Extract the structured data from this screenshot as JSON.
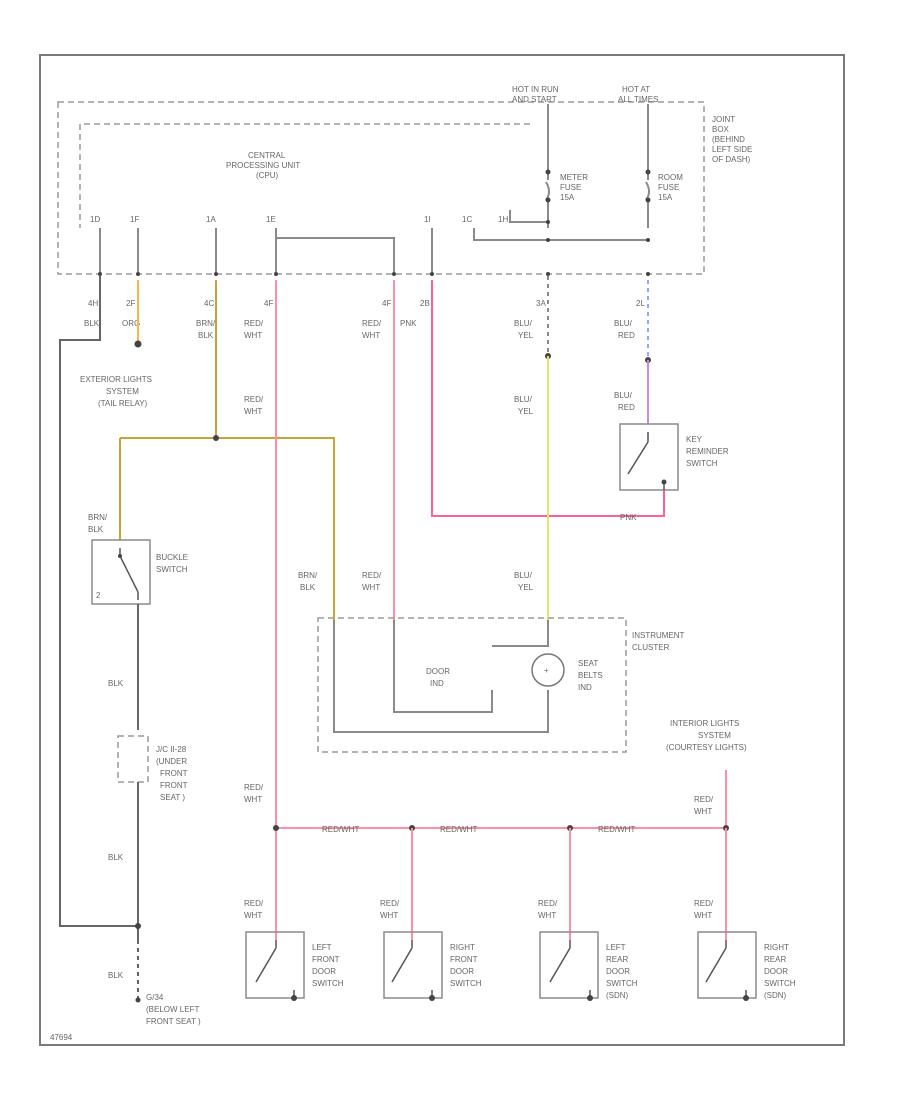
{
  "labels": {
    "hot_run": [
      "HOT IN RUN",
      "AND START"
    ],
    "hot_all": [
      "HOT AT",
      "ALL TIMES"
    ],
    "joint_box": [
      "JOINT",
      "BOX",
      "(BEHIND",
      "LEFT SIDE",
      "OF DASH)"
    ],
    "cpu": [
      "CENTRAL",
      "PROCESSING UNIT",
      "(CPU)"
    ],
    "meter_fuse": [
      "METER",
      "FUSE",
      "15A"
    ],
    "room_fuse": [
      "ROOM",
      "FUSE",
      "15A"
    ],
    "cpu_pins": [
      "1D",
      "1F",
      "1A",
      "1E",
      "1I",
      "1C",
      "1H"
    ],
    "ext_lights": [
      "EXTERIOR LIGHTS",
      "SYSTEM",
      "(TAIL RELAY)"
    ],
    "key_switch": [
      "KEY",
      "REMINDER",
      "SWITCH"
    ],
    "buckle_switch": [
      "BUCKLE",
      "SWITCH"
    ],
    "cluster": [
      "INSTRUMENT",
      "CLUSTER"
    ],
    "door_ind": [
      "DOOR",
      "IND"
    ],
    "seat_belts_ind": [
      "SEAT",
      "BELTS",
      "IND"
    ],
    "jc": [
      "J/C II-28",
      "(UNDER",
      "FRONT",
      "FRONT",
      "SEAT )"
    ],
    "int_lights": [
      "INTERIOR LIGHTS",
      "SYSTEM",
      "(COURTESY LIGHTS)"
    ],
    "ground": [
      "G/34",
      "(BELOW LEFT",
      "FRONT SEAT )"
    ],
    "lf_door": [
      "LEFT",
      "FRONT",
      "DOOR",
      "SWITCH"
    ],
    "rf_door": [
      "RIGHT",
      "FRONT",
      "DOOR",
      "SWITCH"
    ],
    "lr_door": [
      "LEFT",
      "REAR",
      "DOOR",
      "SWITCH",
      "(SDN)"
    ],
    "rr_door": [
      "RIGHT",
      "REAR",
      "DOOR",
      "SWITCH",
      "(SDN)"
    ],
    "conn_4h": "4H",
    "conn_2f": "2F",
    "conn_4c": "4C",
    "conn_4f_a": "4F",
    "conn_4f_b": "4F",
    "conn_2b": "2B",
    "conn_3a": "3A",
    "conn_2l": "2L",
    "code": "47694"
  },
  "wires": {
    "blk": "BLK",
    "org": "ORG",
    "brn_blk": [
      "BRN/",
      "BLK"
    ],
    "red_wht": [
      "RED/",
      "WHT"
    ],
    "pnk": "PNK",
    "blu_yel": [
      "BLU/",
      "YEL"
    ],
    "blu_red": [
      "BLU/",
      "RED"
    ],
    "redwht_inline": "RED/WHT"
  },
  "colors": {
    "red": "#ff8fa6",
    "brn": "#c9a23a",
    "org": "#ffb44a",
    "yel": "#e6e66a",
    "blu": "#9aa4ff",
    "pnk": "#ff5f93",
    "gray": "#8a8a8a"
  }
}
